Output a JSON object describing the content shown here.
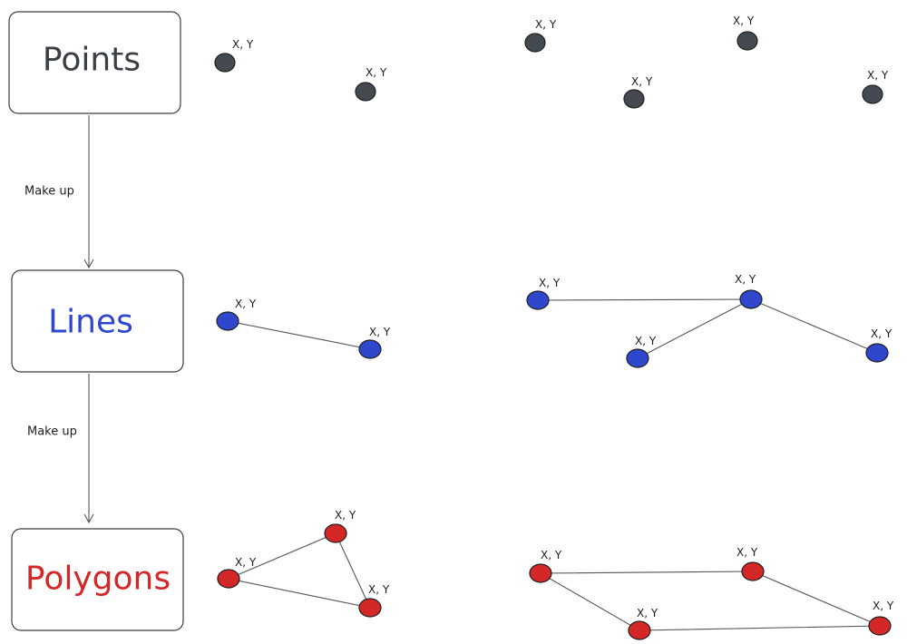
{
  "colors": {
    "points": "#454a50",
    "lines": "#2f47cc",
    "polygons": "#d42828",
    "points_text": "#3a3f45"
  },
  "boxes": {
    "points": "Points",
    "lines": "Lines",
    "polygons": "Polygons"
  },
  "arrows": {
    "points_to_lines": "Make up",
    "lines_to_polygons": "Make up"
  },
  "coord_label": "X, Y"
}
